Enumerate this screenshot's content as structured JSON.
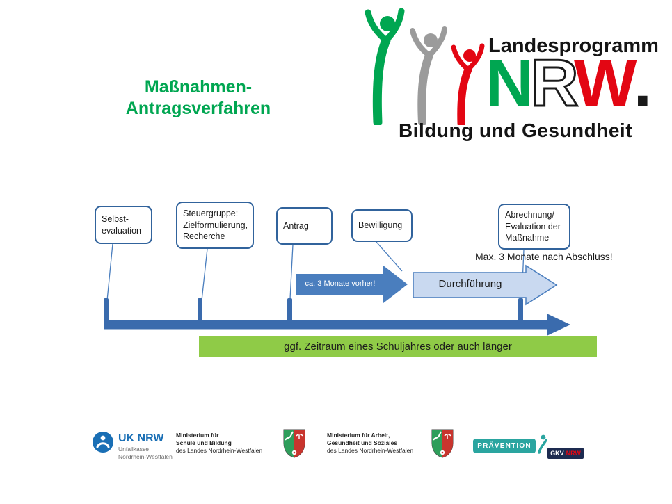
{
  "colors": {
    "title_green": "#00A651",
    "box_border_blue": "#31639C",
    "timeline_blue": "#3A6BAD",
    "arrow_blue": "#4A7EBE",
    "arrow_light_blue": "#C9D9F0",
    "green_bar": "#8FCB47",
    "logo_figure_green": "#00A651",
    "logo_figure_gray": "#9B9B9B",
    "logo_figure_red": "#E30613",
    "nrw_n_green": "#00A651",
    "nrw_w_red": "#E30613",
    "uk_blue": "#1A6FB5",
    "praevention_teal": "#2AA5A0",
    "gkv_navy": "#1D2B50"
  },
  "title": {
    "line1": "Maßnahmen-",
    "line2": "Antragsverfahren"
  },
  "logo": {
    "program": "Landesprogramm",
    "nrw_n": "N",
    "nrw_r": "R",
    "nrw_w": "W",
    "nrw_dot": ".",
    "subtitle": "Bildung und Gesundheit"
  },
  "diagram": {
    "boxes": [
      {
        "lines": [
          "Selbst-",
          "evaluation"
        ]
      },
      {
        "lines": [
          "Steuergruppe:",
          "Zielformulierung,",
          "Recherche"
        ]
      },
      {
        "lines": [
          "Antrag"
        ]
      },
      {
        "lines": [
          "Bewilligung"
        ]
      },
      {
        "lines": [
          "Abrechnung/",
          "Evaluation der",
          "Maßnahme"
        ]
      }
    ],
    "note": "Max. 3 Monate nach Abschluss!",
    "arrow_small_label": "ca. 3 Monate vorher!",
    "arrow_big_label": "Durchführung",
    "green_bar_label": "ggf. Zeitraum eines Schuljahres oder auch länger"
  },
  "footer": {
    "uk": {
      "name": "UK NRW",
      "sub1": "Unfallkasse",
      "sub2": "Nordrhein-Westfalen"
    },
    "ministry_school": {
      "l1": "Ministerium für",
      "l2": "Schule und Bildung",
      "l3": "des Landes Nordrhein-Westfalen"
    },
    "ministry_health": {
      "l1": "Ministerium für Arbeit,",
      "l2": "Gesundheit und Soziales",
      "l3": "des Landes Nordrhein-Westfalen"
    },
    "praevention": "PRÄVENTION",
    "gkv": "GKV",
    "gkv_nrw": "NRW"
  }
}
